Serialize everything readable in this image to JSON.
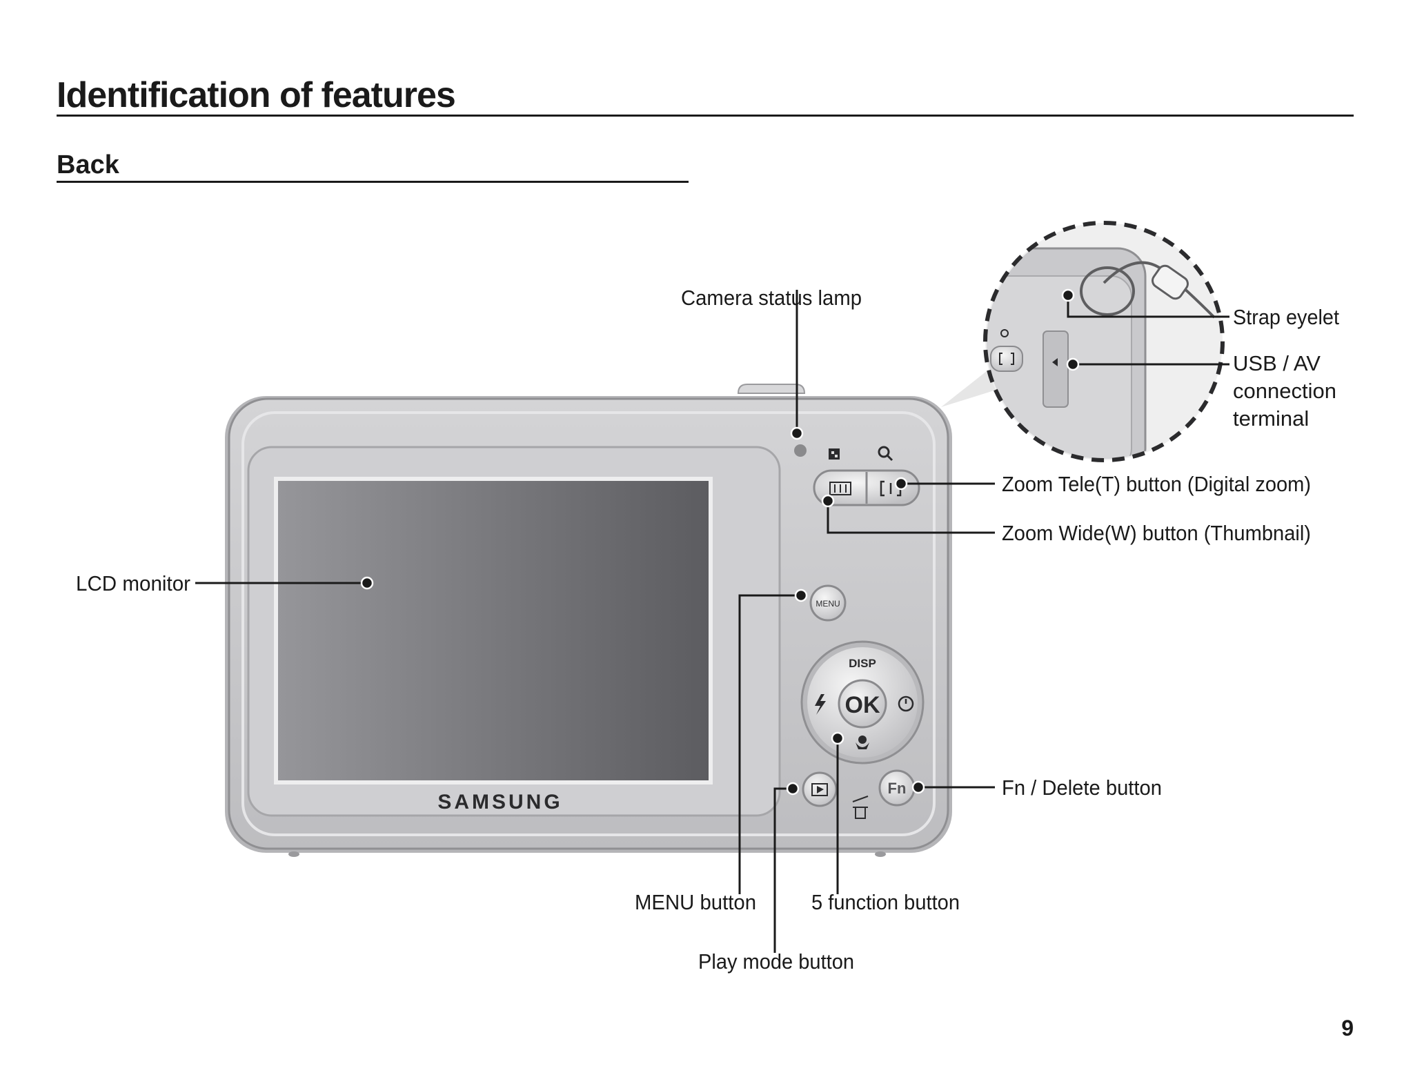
{
  "page": {
    "title": "Identification of features",
    "section": "Back",
    "page_number": "9"
  },
  "camera": {
    "brand": "SAMSUNG",
    "buttons": {
      "menu": "MENU",
      "disp": "DISP",
      "ok": "OK",
      "fn": "Fn"
    }
  },
  "labels": {
    "status_lamp": "Camera status lamp",
    "strap_eyelet": "Strap eyelet",
    "usb_line1": "USB / AV",
    "usb_line2": "connection",
    "usb_line3": "terminal",
    "zoom_tele": "Zoom Tele(T) button (Digital zoom)",
    "zoom_wide": "Zoom Wide(W) button (Thumbnail)",
    "lcd": "LCD monitor",
    "fn_delete": "Fn / Delete button",
    "menu_button": "MENU button",
    "five_function": "5 function button",
    "play_mode": "Play mode button"
  },
  "colors": {
    "body": "#c8c8ca",
    "screen_dark": "#5c5c60",
    "screen_light": "#96969a"
  }
}
